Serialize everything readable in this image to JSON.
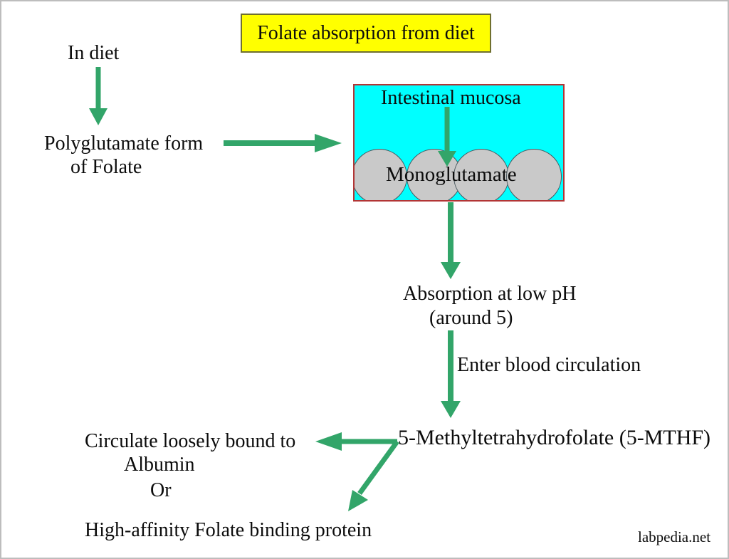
{
  "title": {
    "text": "Folate absorption from diet"
  },
  "nodes": {
    "in_diet": "In diet",
    "polyglutamate_line1": "Polyglutamate form",
    "polyglutamate_line2": "of Folate",
    "intestinal_mucosa": "Intestinal mucosa",
    "monoglutamate": "Monoglutamate",
    "absorption_line1": "Absorption at low pH",
    "absorption_line2": "(around 5)",
    "enter_blood": "Enter blood circulation",
    "mthf": "5-Methyltetrahydrofolate (5-MTHF)",
    "circulate_line1": "Circulate loosely bound to",
    "circulate_line2": "Albumin",
    "or": "Or",
    "high_affinity": "High-affinity Folate binding protein"
  },
  "watermark": "labpedia.net",
  "colors": {
    "arrow_green": "#32a569",
    "mucosa_fill": "#00ffff",
    "mucosa_border": "#b23535",
    "title_fill": "#ffff00",
    "title_border": "#6f6f2f",
    "circle_fill": "#c9c9c9",
    "text": "#0c0c0c"
  }
}
